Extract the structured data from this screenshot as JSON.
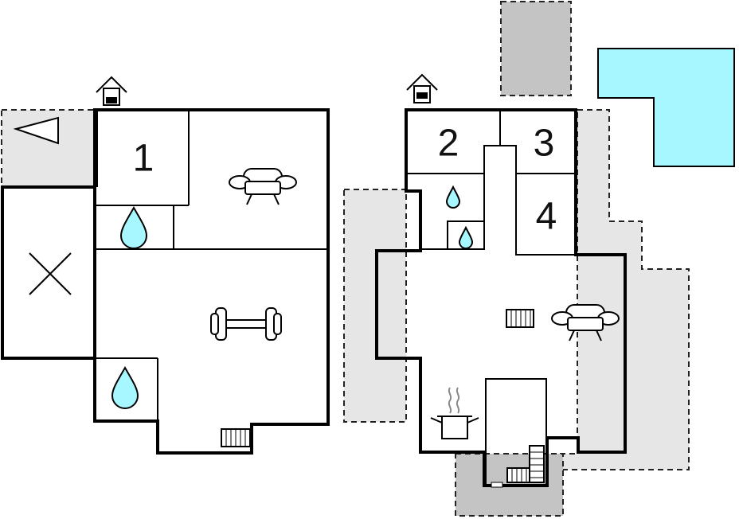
{
  "floor_plan": {
    "rooms": [
      {
        "id": "room-1",
        "number": "1"
      },
      {
        "id": "room-2",
        "number": "2"
      },
      {
        "id": "room-3",
        "number": "3"
      },
      {
        "id": "room-4",
        "number": "4"
      }
    ]
  },
  "colors": {
    "pool": "#a6f7ff",
    "terrace": "#e6e6e6",
    "paved": "#c4c4c4",
    "wall": "#000000"
  },
  "icons": [
    "entrance-icon",
    "sofa-icon",
    "bathroom-drop-icon",
    "fitness-dumbbell-icon",
    "radiator-icon",
    "kitchen-pot-icon",
    "stairs-icon",
    "cross-icon",
    "triangle-marker-icon"
  ]
}
